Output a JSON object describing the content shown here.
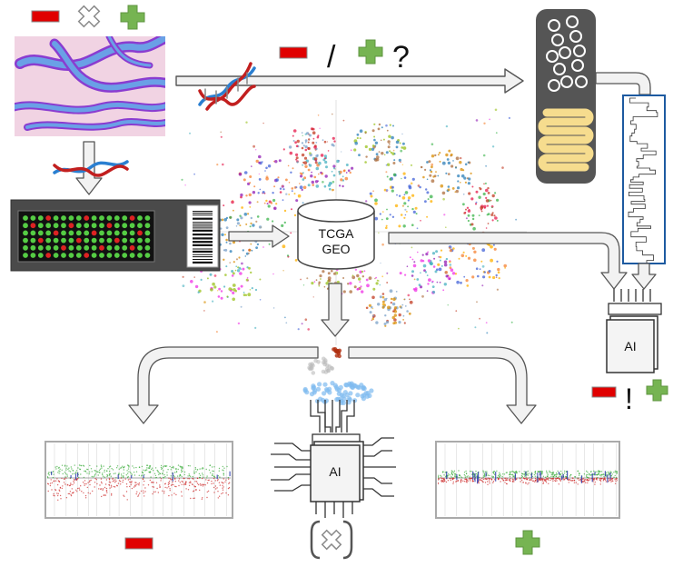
{
  "top_symbols": {
    "slash": "/",
    "question": "?"
  },
  "database": {
    "line1": "TCGA",
    "line2": "GEO"
  },
  "ai_chip_right": {
    "label": "AI"
  },
  "ai_chip_bottom": {
    "label": "AI"
  },
  "right_result": {
    "exclaim": "!"
  },
  "icons": {
    "minus": "minus-icon",
    "cross": "cross-icon",
    "plus": "plus-icon",
    "dna": "dna-icon",
    "database": "database-icon",
    "chip": "ai-chip-icon",
    "microarray": "microarray-icon",
    "barcode": "barcode-icon",
    "sequencer": "sequencer-flowcell-icon"
  },
  "colors": {
    "minus_red": "#e00000",
    "plus_green": "#76b452",
    "arrow_fill": "#f2f2f2",
    "arrow_stroke": "#555555",
    "tissue_bg": "#f1d3e3",
    "tissue_blue": "#6aa0e6",
    "tissue_purple": "#8a3cd0",
    "array_bg": "#3c3c3c",
    "dot_green": "#55cc44",
    "dot_red": "#dd2222",
    "flowcell_bg": "#555555",
    "flowcell_yellow": "#f6dc8e",
    "signal_blue": "#1d5aa0",
    "cnv_green": "#33aa33",
    "cnv_red": "#cc2222",
    "cnv_blue": "#2233aa"
  }
}
